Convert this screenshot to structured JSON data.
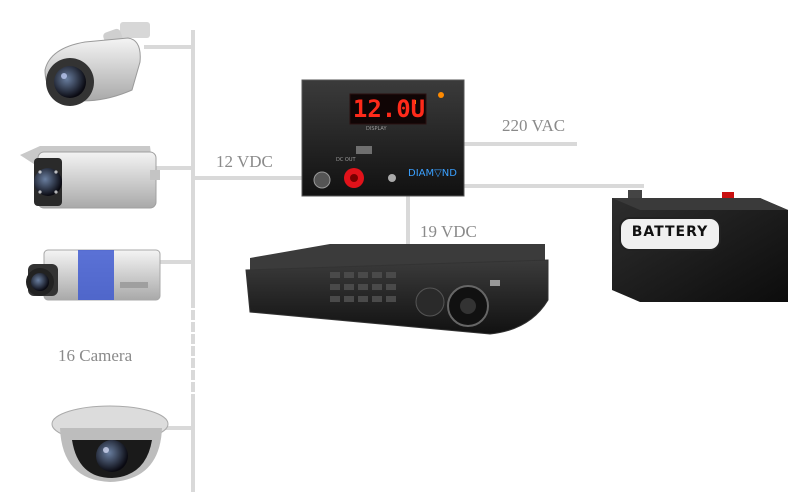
{
  "labels": {
    "dc12": "12 VDC",
    "ac220": "220 VAC",
    "dc19": "19 VDC",
    "cameras": "16 Camera"
  },
  "power_supply": {
    "display": "12.0U",
    "sub_label": "DISPLAY",
    "brand": "DIAM▽ND",
    "port_label": "DC OUT"
  },
  "battery": {
    "label": "BATTERY"
  },
  "devices": {
    "camera1": "bullet-camera",
    "camera2": "housing-camera",
    "camera3": "box-camera",
    "camera4": "dome-camera",
    "recorder": "dvr-recorder"
  },
  "colors": {
    "wire": "#d9d9d9",
    "label": "#8a8a8a",
    "display_red": "#ff2a1a",
    "device_dark": "#1c1c1c"
  }
}
